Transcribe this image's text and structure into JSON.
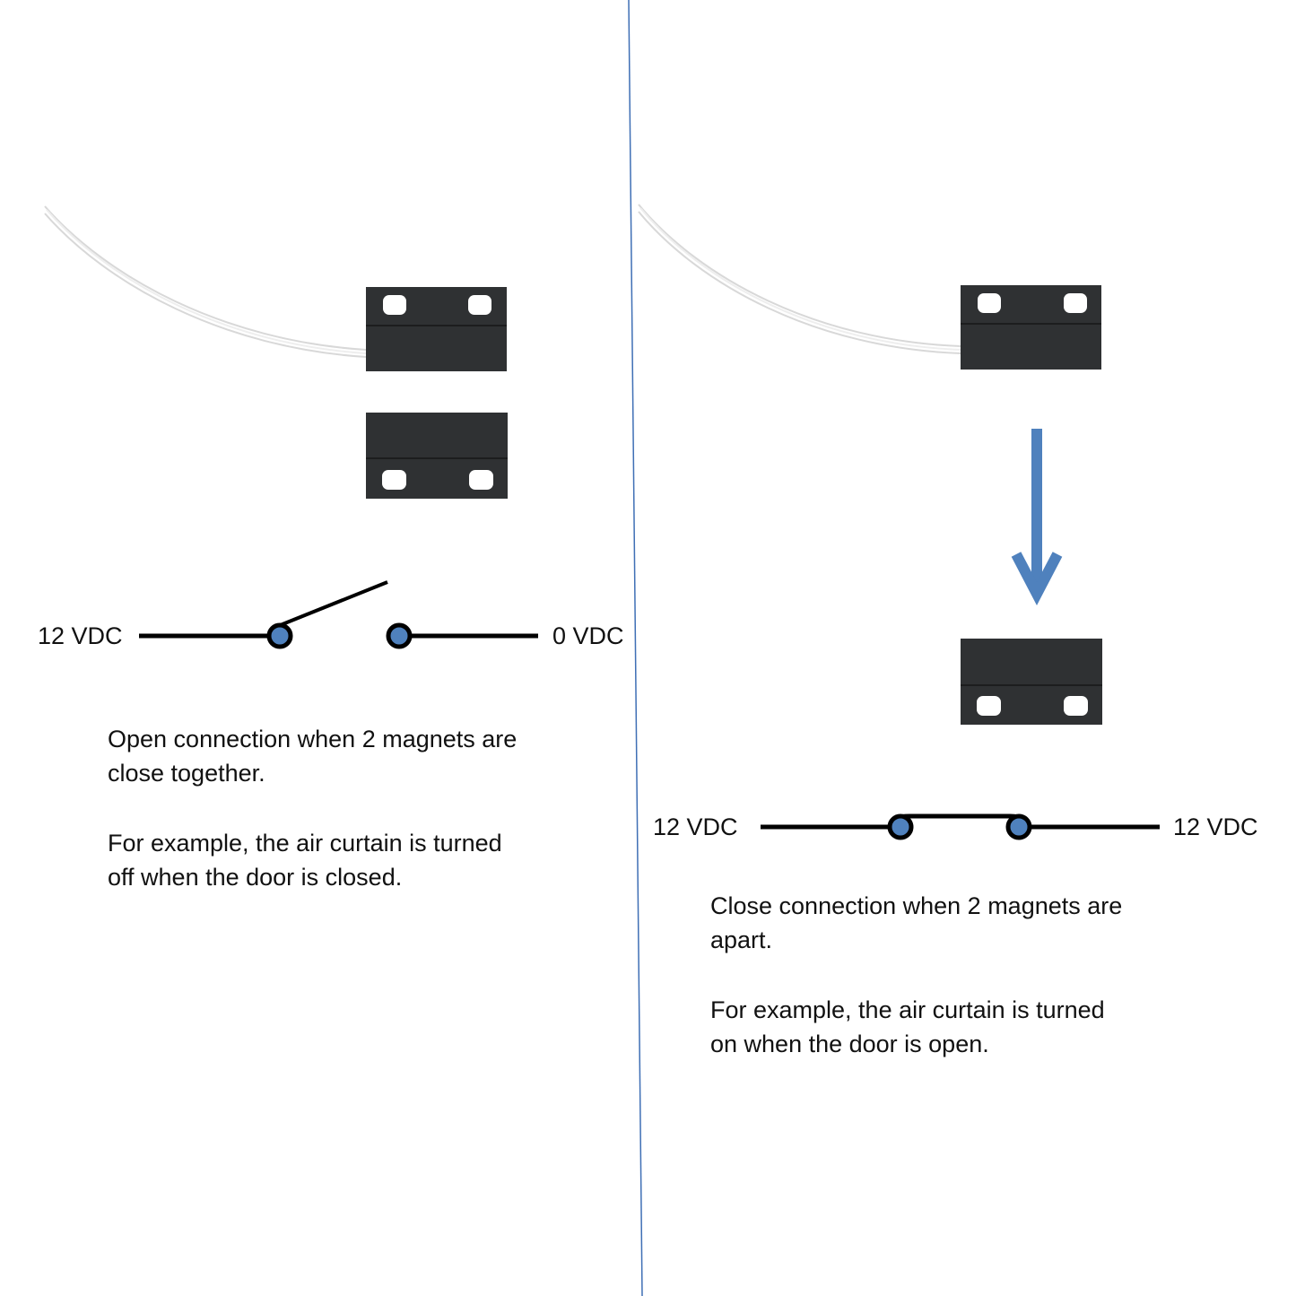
{
  "colors": {
    "accent": "#4f81bd",
    "magnet": "#2f3133",
    "divider": "#3f6fb5",
    "line": "#000000"
  },
  "left_panel": {
    "state": "open",
    "voltage_left": "12 VDC",
    "voltage_right": "0 VDC",
    "description_lines": [
      "Open connection when 2 magnets are",
      "close together."
    ],
    "example_lines": [
      "For example, the air curtain is turned",
      "off when the door is closed."
    ]
  },
  "right_panel": {
    "state": "closed",
    "voltage_left": "12 VDC",
    "voltage_right": "12 VDC",
    "description_lines": [
      "Close connection when 2 magnets are",
      "apart."
    ],
    "example_lines": [
      "For example, the air curtain is turned",
      "on when the door is open."
    ]
  }
}
